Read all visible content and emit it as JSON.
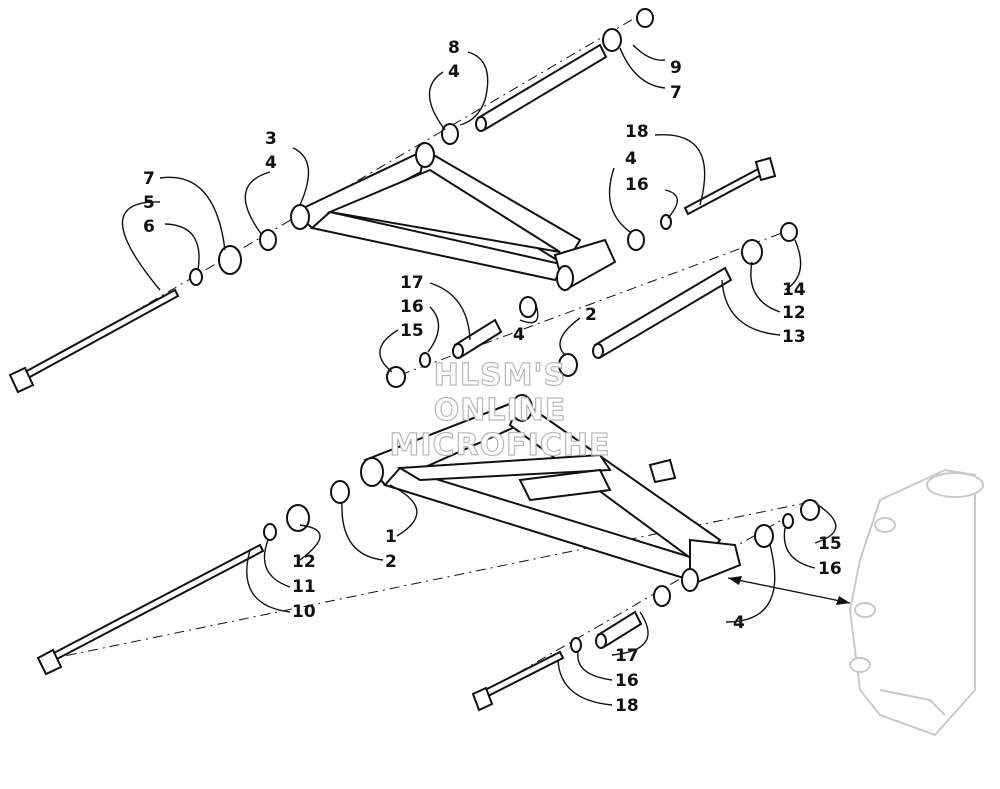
{
  "watermark": {
    "line1": "HLSM'S",
    "line2": "ONLINE",
    "line3": "MICROFICHE"
  },
  "callouts": [
    {
      "id": "c8",
      "text": "8"
    },
    {
      "id": "c4a",
      "text": "4"
    },
    {
      "id": "c9",
      "text": "9"
    },
    {
      "id": "c7a",
      "text": "7"
    },
    {
      "id": "c3",
      "text": "3"
    },
    {
      "id": "c4b",
      "text": "4"
    },
    {
      "id": "c18a",
      "text": "18"
    },
    {
      "id": "c7b",
      "text": "7"
    },
    {
      "id": "c5",
      "text": "5"
    },
    {
      "id": "c6",
      "text": "6"
    },
    {
      "id": "c4c",
      "text": "4"
    },
    {
      "id": "c16a",
      "text": "16"
    },
    {
      "id": "c17a",
      "text": "17"
    },
    {
      "id": "c16b",
      "text": "16"
    },
    {
      "id": "c15a",
      "text": "15"
    },
    {
      "id": "c4d",
      "text": "4"
    },
    {
      "id": "c2a",
      "text": "2"
    },
    {
      "id": "c14",
      "text": "14"
    },
    {
      "id": "c12a",
      "text": "12"
    },
    {
      "id": "c13",
      "text": "13"
    },
    {
      "id": "c1",
      "text": "1"
    },
    {
      "id": "c12b",
      "text": "12"
    },
    {
      "id": "c2b",
      "text": "2"
    },
    {
      "id": "c11",
      "text": "11"
    },
    {
      "id": "c10",
      "text": "10"
    },
    {
      "id": "c15b",
      "text": "15"
    },
    {
      "id": "c16c",
      "text": "16"
    },
    {
      "id": "c4e",
      "text": "4"
    },
    {
      "id": "c17b",
      "text": "17"
    },
    {
      "id": "c16d",
      "text": "16"
    },
    {
      "id": "c18b",
      "text": "18"
    }
  ]
}
